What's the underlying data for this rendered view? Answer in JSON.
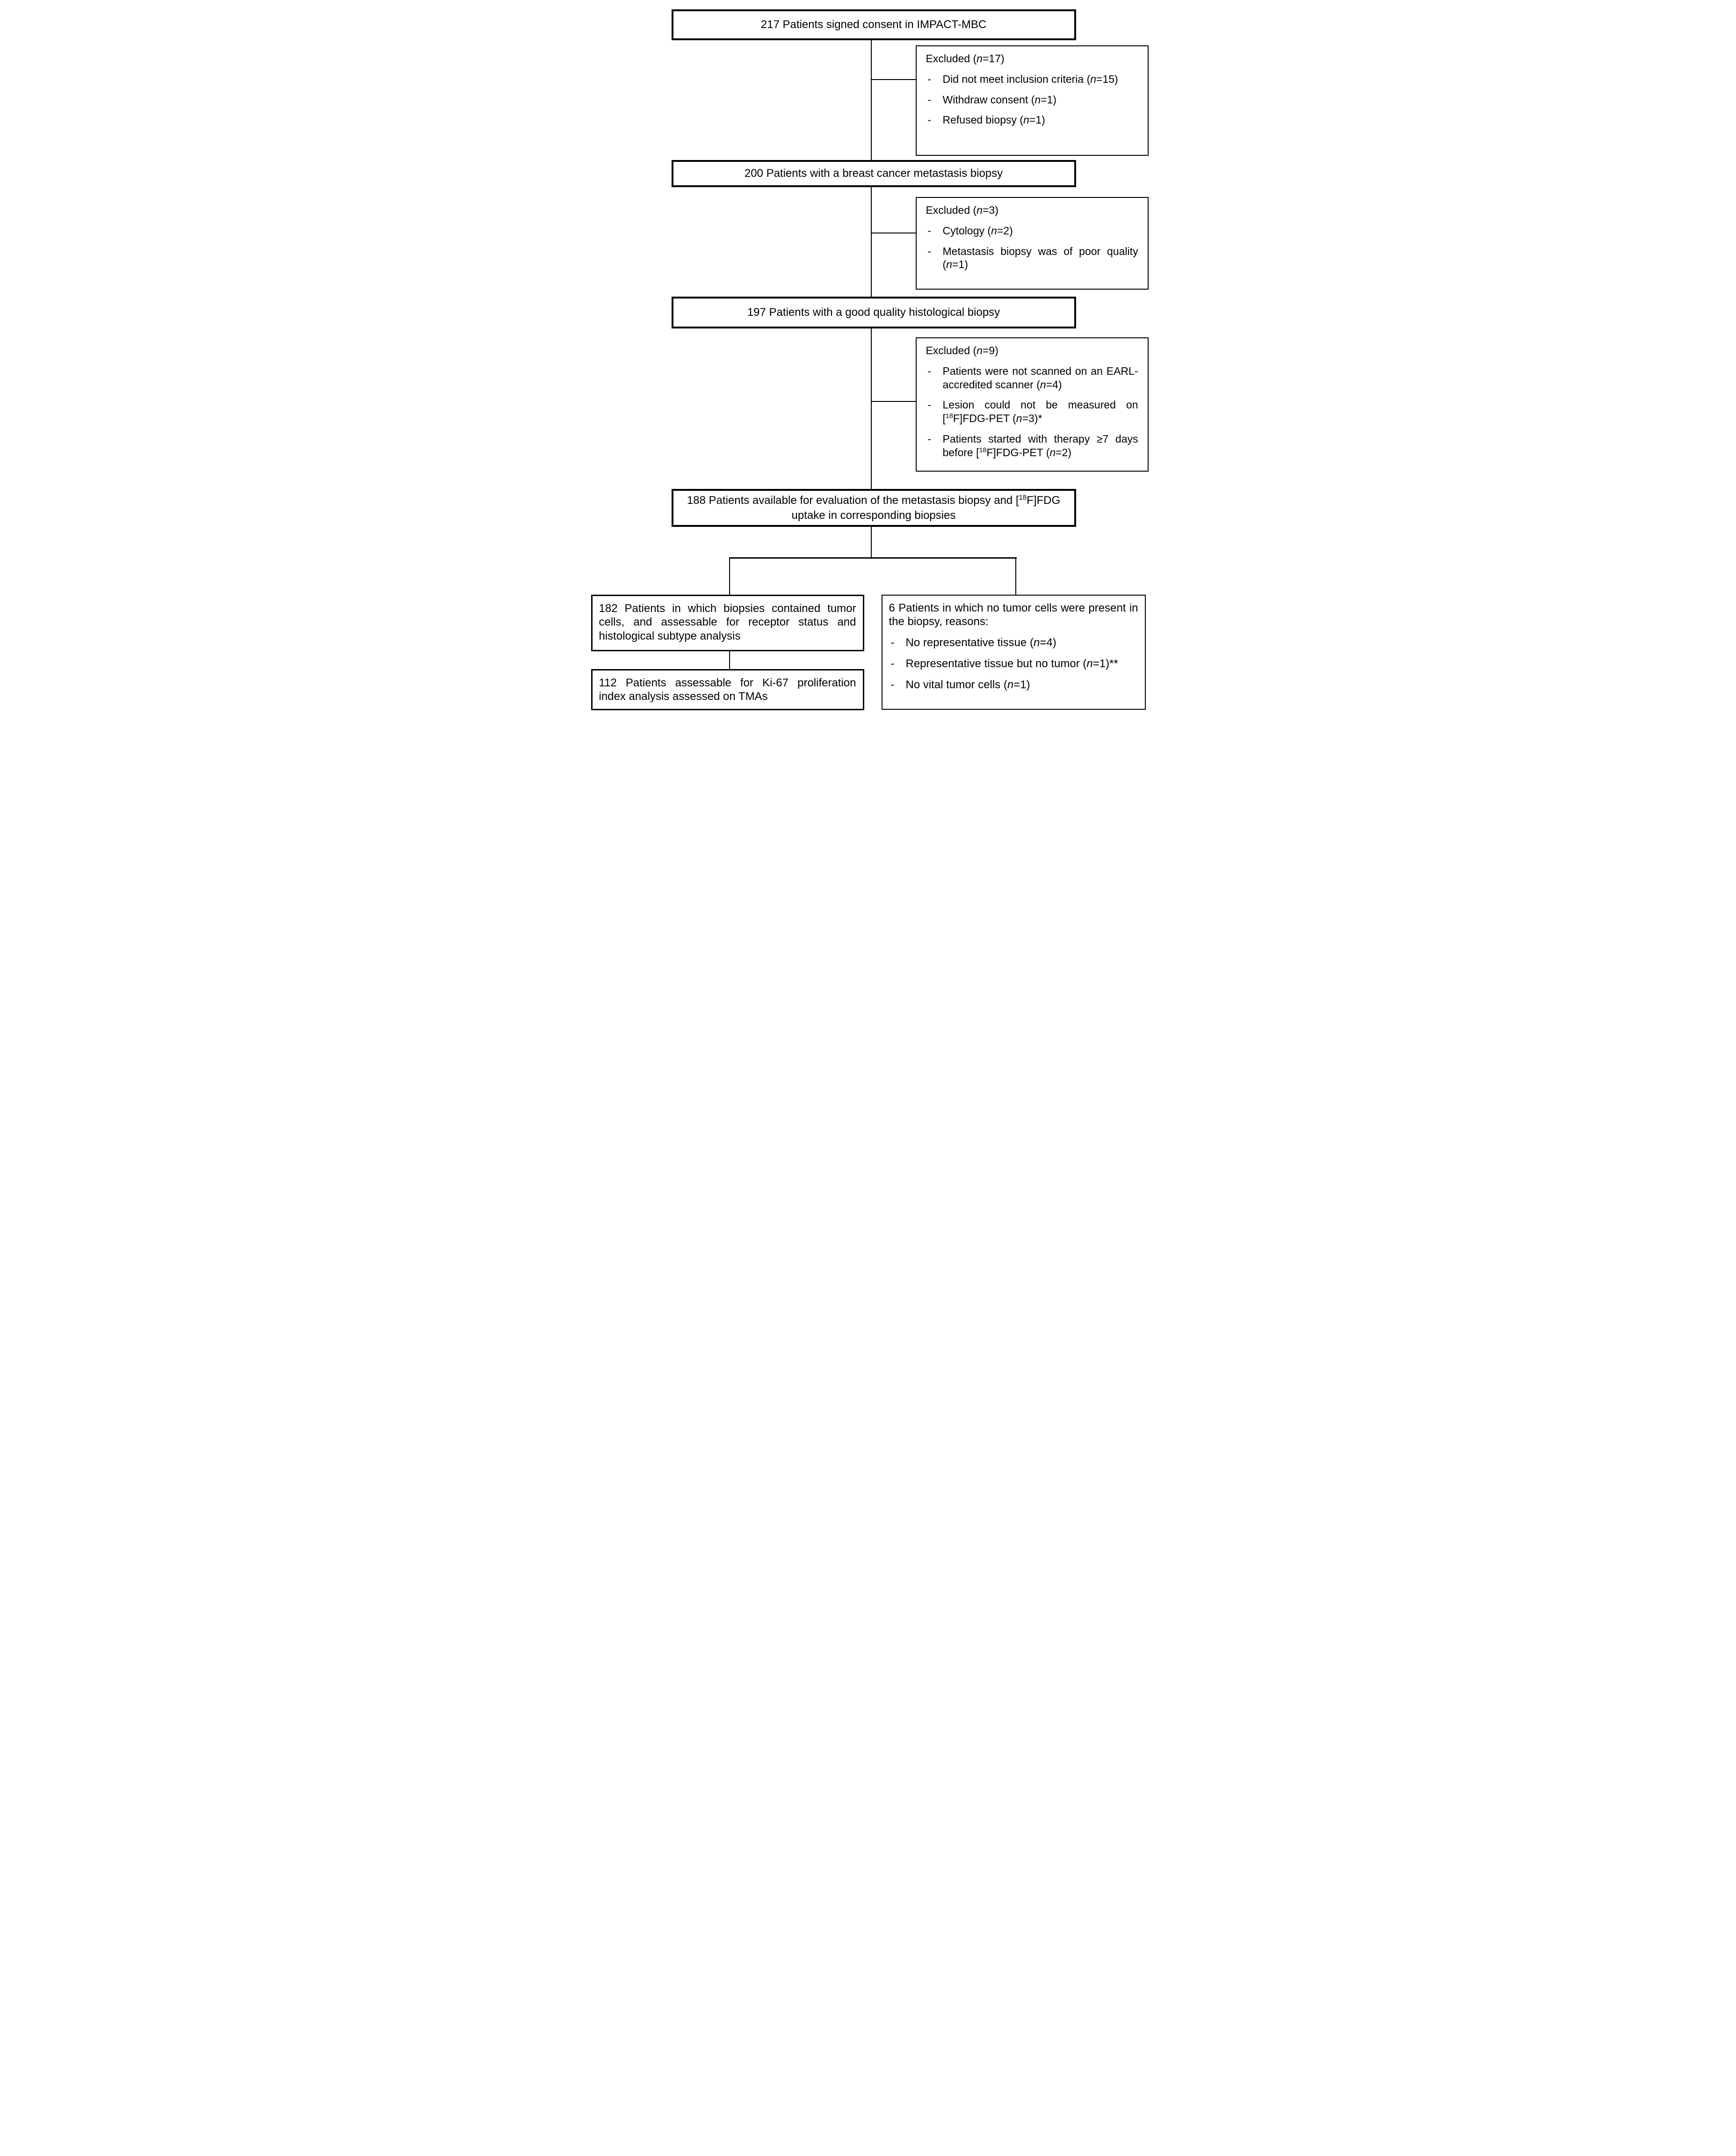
{
  "diagram": {
    "kind": "patient-flow-chart",
    "background_color": "#ffffff",
    "line_color": "#000000",
    "text_color": "#000000",
    "nodes": {
      "consent": "217 Patients signed consent in IMPACT-MBC",
      "metastasis_biopsy": "200 Patients with a breast cancer metastasis biopsy",
      "good_quality_biopsy": "197 Patients with a good quality histological biopsy",
      "evaluable": "188 Patients available for evaluation of the metastasis biopsy and [18F]FDG uptake in corresponding biopsies",
      "tumor_cells": "182 Patients in which biopsies contained tumor cells, and assessable for receptor status and histological subtype analysis",
      "ki67": "112 Patients assessable for Ki-67 proliferation index analysis assessed on TMAs"
    },
    "exclusions": {
      "first": {
        "title": "Excluded (n=17)",
        "items": [
          "Did not meet inclusion criteria (n=15)",
          "Withdraw consent (n=1)",
          "Refused biopsy (n=1)"
        ]
      },
      "second": {
        "title": "Excluded (n=3)",
        "items": [
          "Cytology (n=2)",
          "Metastasis biopsy was of poor quality (n=1)"
        ]
      },
      "third": {
        "title": "Excluded (n=9)",
        "items": [
          "Patients were not scanned on an EARL-accredited scanner (n=4)",
          "Lesion could not be measured on [18F]FDG-PET (n=3)*",
          "Patients started with therapy ≥7 days before [18F]FDG-PET (n=2)"
        ]
      },
      "no_tumor": {
        "title": "6 Patients in which no tumor cells were present in the biopsy, reasons:",
        "items": [
          "No representative tissue (n=4)",
          "Representative tissue but no tumor (n=1)**",
          "No vital tumor cells (n=1)"
        ]
      }
    }
  }
}
